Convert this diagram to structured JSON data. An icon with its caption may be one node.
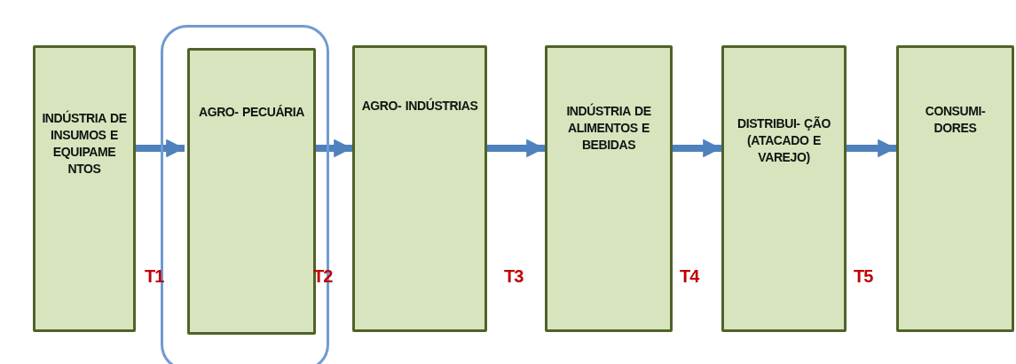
{
  "diagram": {
    "nodes": [
      {
        "text": [
          "INDÚSTRIA DE INSUMOS E EQUIPAME NTOS"
        ]
      },
      {
        "text": [],
        "shape": "box"
      },
      {
        "text": [
          "AGRO- PECUÁRIA"
        ],
        "in": 1
      },
      {
        "text": [
          "AGRO- INDÚSTRIAS"
        ]
      },
      {
        "text": [
          "INDÚSTRIA DE ALIMENTOS E BEBIDAS"
        ]
      },
      {
        "text": [
          "DISTRIBUI- ÇÃO (ATACADO E VAREJO)"
        ]
      },
      {
        "text": [
          "CONSUMI- DORES"
        ]
      }
    ],
    "edges": [
      {
        "from": 0,
        "to": 2,
        "arrow": "to"
      },
      {
        "from": 2,
        "to": 3,
        "arrow": "to"
      },
      {
        "from": 3,
        "to": 4,
        "arrow": "to"
      },
      {
        "from": 4,
        "to": 5,
        "arrow": "to"
      },
      {
        "from": 5,
        "to": 6,
        "arrow": "to"
      }
    ],
    "labels": [
      "T1",
      "T2",
      "T3",
      "T4",
      "T5"
    ]
  }
}
